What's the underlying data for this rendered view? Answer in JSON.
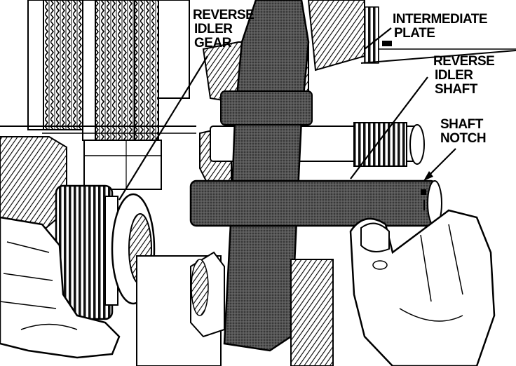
{
  "labels": {
    "reverse_idler_gear": [
      "REVERSE",
      "IDLER",
      "GEAR"
    ],
    "intermediate_plate": [
      "INTERMEDIATE",
      "PLATE"
    ],
    "reverse_idler_shaft": [
      "REVERSE",
      "IDLER",
      "SHAFT"
    ],
    "shaft_notch": [
      "SHAFT",
      "NOTCH"
    ]
  },
  "colors": {
    "ink": "#000000",
    "paper": "#ffffff",
    "shade": "#4a4a4a"
  }
}
